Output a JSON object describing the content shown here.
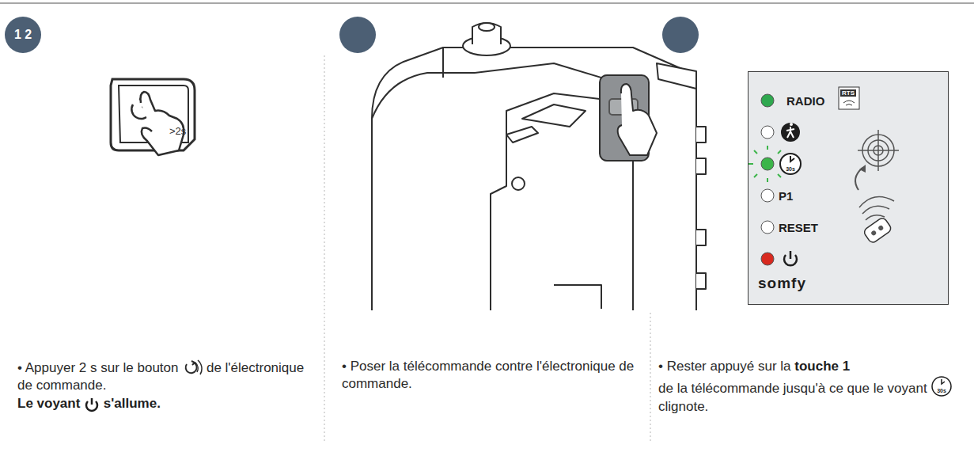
{
  "diagram": {
    "nodes": [
      {
        "text": [
          "1 2"
        ]
      },
      {
        "text": [
          "RADIO",
          "RTS",
          "P1",
          "RESET",
          "somfy"
        ]
      }
    ],
    "labels": [
      ">2s",
      "• Appuyer 2 s sur le bouton",
      "de l'électronique de commande.",
      "Le voyant",
      "s'allume.",
      "• Poser la télécommande contre l'électronique de commande.",
      "• Rester appuyé sur la",
      "touche 1",
      "de la télécommande jusqu'à ce que le voyant",
      "30s",
      "clignote.",
      "30s"
    ]
  }
}
